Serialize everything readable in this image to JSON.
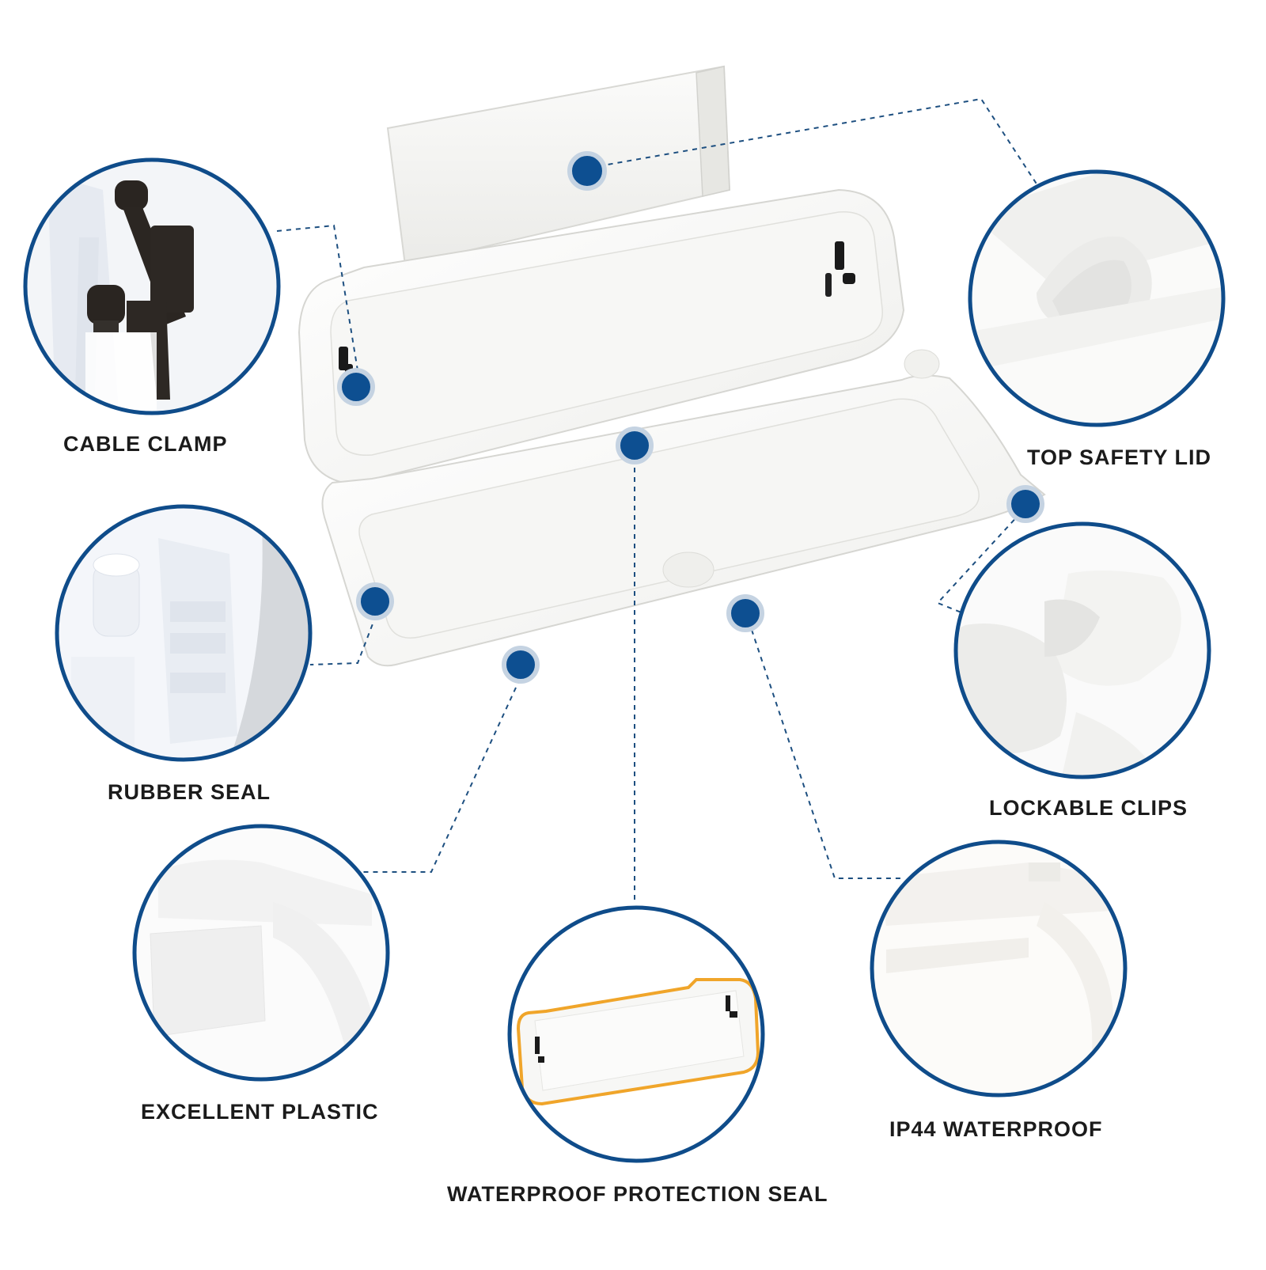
{
  "accent_color": "#0f4c8a",
  "dot_color": "#0d4f91",
  "seal_highlight_color": "#f0a52a",
  "callouts": [
    {
      "id": "cable-clamp",
      "label": "CABLE CLAMP"
    },
    {
      "id": "top-safety-lid",
      "label": "TOP SAFETY LID"
    },
    {
      "id": "rubber-seal",
      "label": "RUBBER SEAL"
    },
    {
      "id": "lockable-clips",
      "label": "LOCKABLE CLIPS"
    },
    {
      "id": "excellent-plastic",
      "label": "EXCELLENT PLASTIC"
    },
    {
      "id": "ip44-waterproof",
      "label": "IP44 WATERPROOF"
    },
    {
      "id": "waterproof-protection-seal",
      "label": "WATERPROOF PROTECTION SEAL"
    }
  ]
}
